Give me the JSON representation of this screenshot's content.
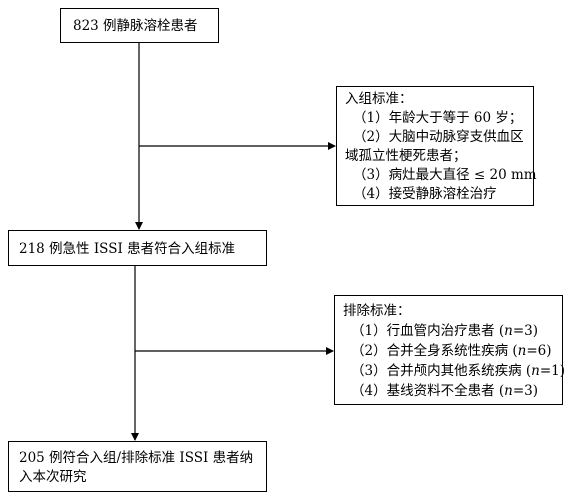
{
  "box1": {
    "text": "823 例静脉溶栓患者"
  },
  "inclusion": {
    "title": "入组标准：",
    "items": [
      "（1）年龄大于等于 60 岁；",
      "（2）大脑中动脉穿支供血区",
      "域孤立性梗死患者；",
      "（3）病灶最大直径 ≤ 20 mm",
      "（4）接受静脉溶栓治疗"
    ]
  },
  "box2": {
    "text": "218 例急性 ISSI 患者符合入组标准"
  },
  "exclusion": {
    "title": "排除标准：",
    "items": [
      {
        "label": "（1）行血管内治疗患者",
        "count": "3"
      },
      {
        "label": "（2）合并全身系统性疾病",
        "count": "6"
      },
      {
        "label": "（3）合并颅内其他系统疾病",
        "count": "1"
      },
      {
        "label": "（4）基线资料不全患者",
        "count": "3"
      }
    ]
  },
  "box3": {
    "line1": "205 例符合入组/排除标准 ISSI 患者纳",
    "line2": "入本次研究"
  }
}
